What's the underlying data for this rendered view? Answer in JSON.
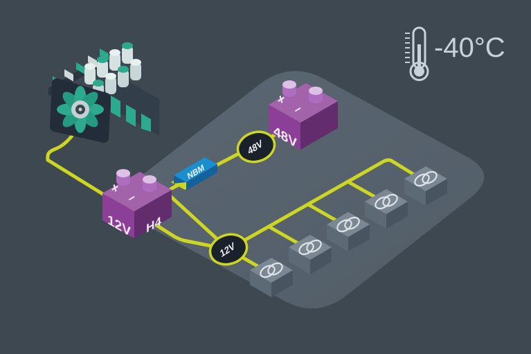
{
  "scene": {
    "background_color": "#3e4851",
    "platform_color": "#58636e",
    "wire_color": "#cdd723",
    "battery_purple": "#8c3f96",
    "converter_blue": "#1d8ecd",
    "fan_teal": "#2da98e",
    "node_fill": "#1b212b",
    "icon_color": "#c8d2d9"
  },
  "temperature": {
    "label": "-40°C",
    "icon": "thermometer-icon"
  },
  "engine": {
    "name": "engine-with-cooling-fan"
  },
  "batteries": {
    "b48": {
      "label": "48V",
      "plus": "+",
      "minus": "−"
    },
    "b12": {
      "label": "12V",
      "type": "H4",
      "plus": "+",
      "minus": "−"
    }
  },
  "converter": {
    "label": "NBM"
  },
  "nodes": {
    "n48": {
      "label": "48V"
    },
    "n12": {
      "label": "12V"
    }
  },
  "loads": {
    "count": 5,
    "icon": "twin-rings-lamp-icon"
  }
}
